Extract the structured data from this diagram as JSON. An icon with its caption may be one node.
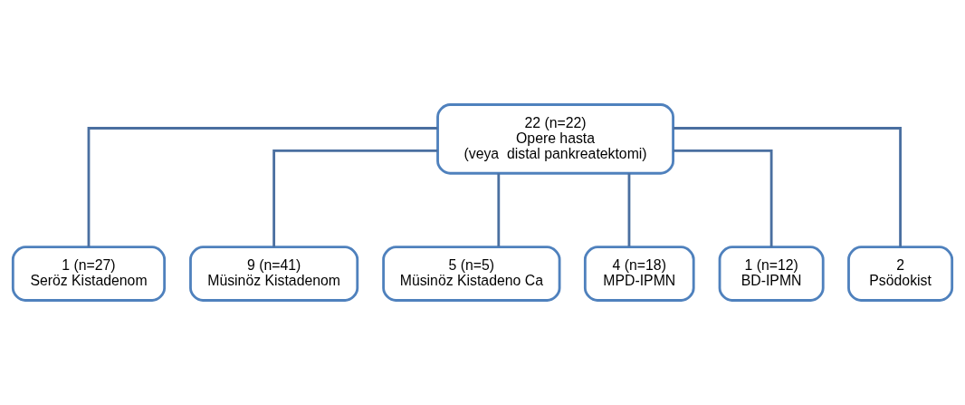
{
  "diagram": {
    "nodes": [
      {
        "text": [
          "22 (n=22)",
          "Opere hasta",
          "(veya  distal pankreatektomi)"
        ]
      },
      {
        "text": [
          "1 (n=27)",
          "Seröz Kistadenom"
        ]
      },
      {
        "text": [
          "9 (n=41)",
          "Müsinöz Kistadenom"
        ]
      },
      {
        "text": [
          "5 (n=5)",
          "Müsinöz Kistadeno Ca"
        ]
      },
      {
        "text": [
          "4 (n=18)",
          "MPD-IPMN"
        ]
      },
      {
        "text": [
          "1 (n=12)",
          "BD-IPMN"
        ]
      },
      {
        "text": [
          "2",
          "Psödokist"
        ]
      }
    ],
    "edges": [
      {
        "from": 0,
        "to": 1,
        "arrow": "none"
      },
      {
        "from": 0,
        "to": 2,
        "arrow": "none"
      },
      {
        "from": 0,
        "to": 3,
        "arrow": "none"
      },
      {
        "from": 0,
        "to": 4,
        "arrow": "none"
      },
      {
        "from": 0,
        "to": 5,
        "arrow": "none"
      },
      {
        "from": 0,
        "to": 6,
        "arrow": "none"
      }
    ]
  }
}
